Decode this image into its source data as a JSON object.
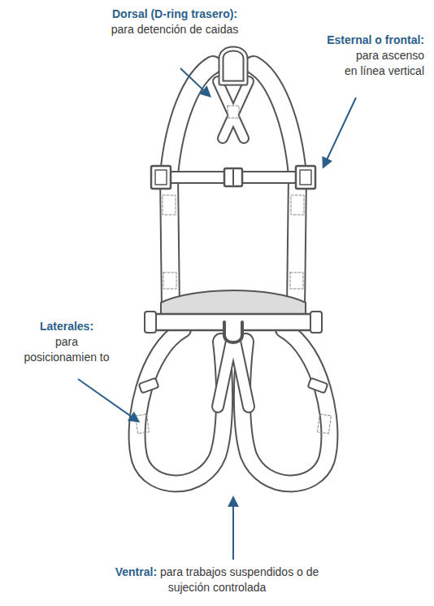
{
  "diagram": {
    "labels": [
      "Dorsal (D-ring trasero):",
      "para detención de caidas",
      "Esternal o frontal:",
      "para ascenso en línea vertical",
      "Laterales:",
      "para posicionamien to",
      "Ventral:",
      "para trabajos suspendidos o de sujeción controlada"
    ]
  }
}
